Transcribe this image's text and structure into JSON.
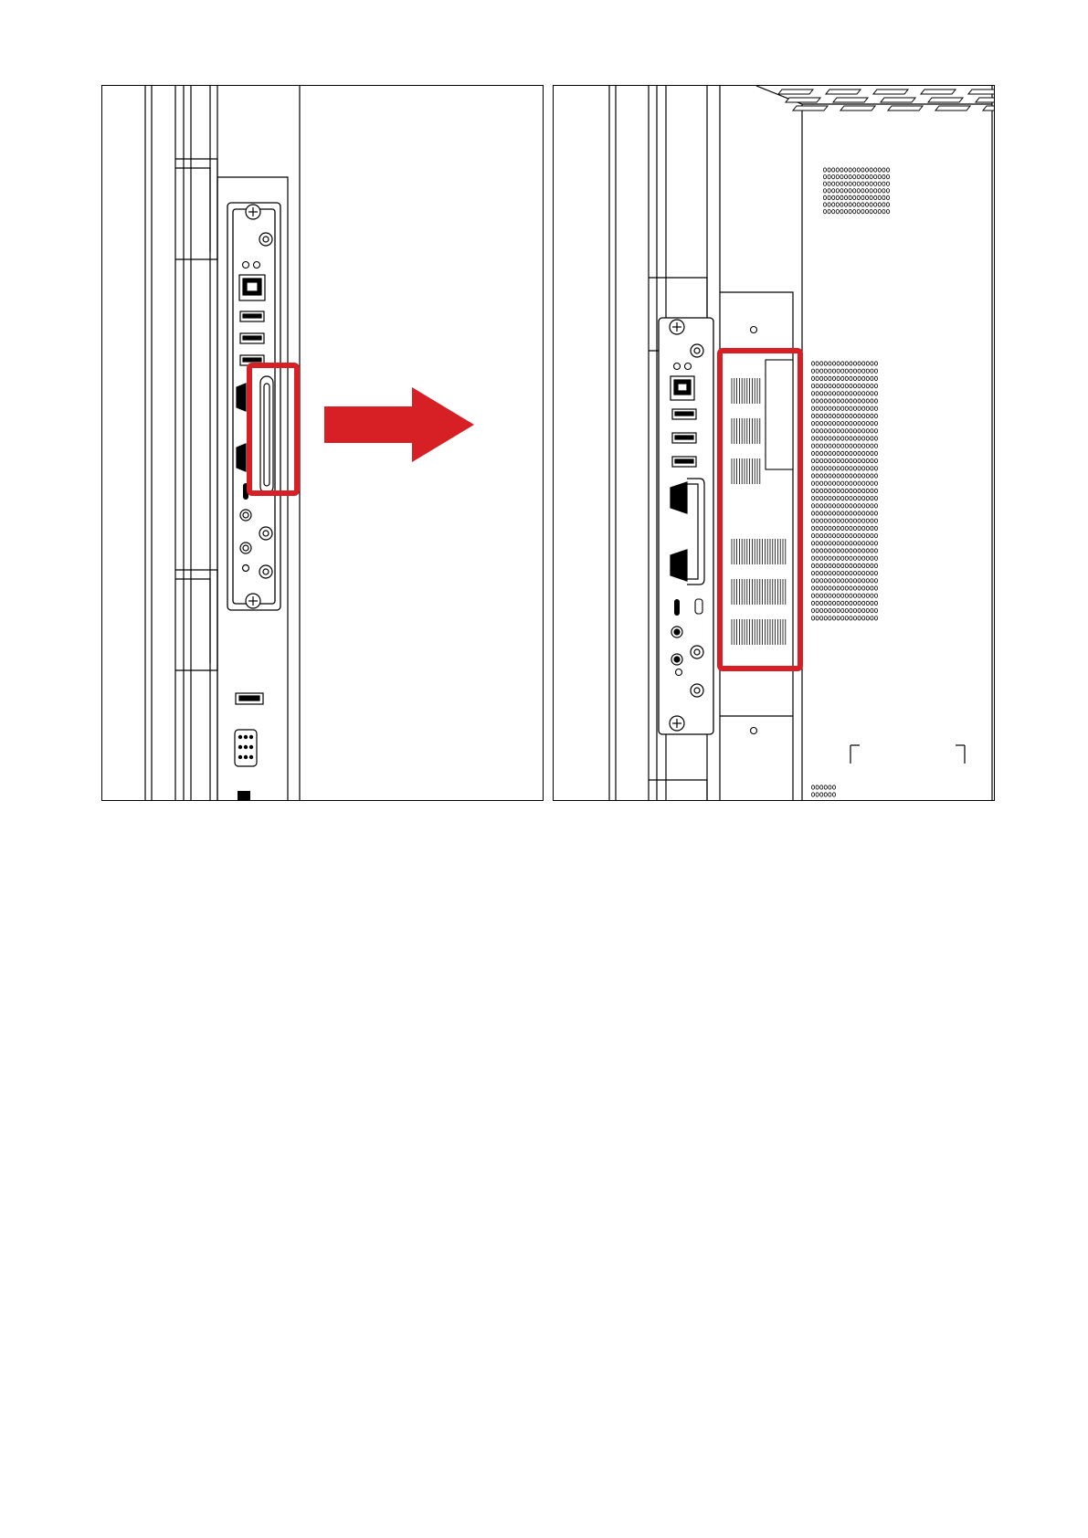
{
  "figure": {
    "panels": [
      {
        "id": "before",
        "description_hidden": true
      },
      {
        "id": "after",
        "description_hidden": true
      }
    ],
    "arrow": {
      "direction": "right"
    },
    "colors": {
      "highlight": "#d71f26",
      "line": "#000000",
      "background": "#ffffff"
    },
    "icons": [
      "screw-icon",
      "ethernet-port-icon",
      "usb-port-icon",
      "hdmi-port-icon",
      "usb-c-port-icon",
      "audio-jack-icon",
      "antenna-connector-icon",
      "vga-port-icon",
      "ventilation-grille-icon",
      "arrow-right-icon"
    ]
  }
}
